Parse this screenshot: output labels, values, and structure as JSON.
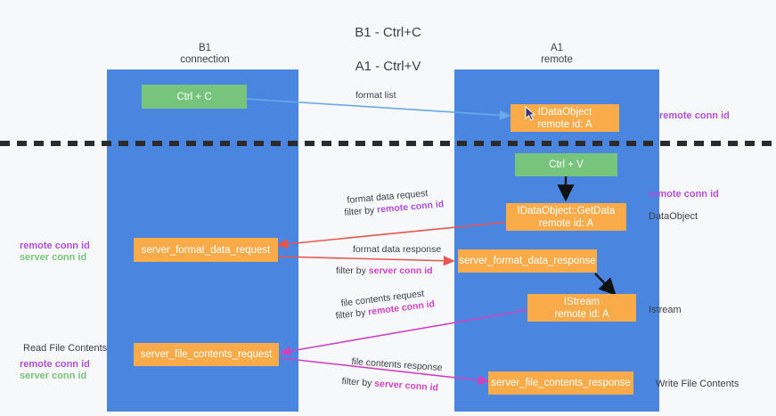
{
  "title": {
    "line1": "B1 - Ctrl+C",
    "line2": "A1 - Ctrl+V"
  },
  "lanes": [
    {
      "name": "B1",
      "sub": "connection",
      "label": "B1\nconnection"
    },
    {
      "name": "A1",
      "sub": "remote",
      "label": "A1\nremote"
    }
  ],
  "nodes": {
    "ctrl_c": "Ctrl + C",
    "ctrl_v": "Ctrl + V",
    "idataobject": "IDataObject\nremote id: A",
    "idataobject_getdata": "IDataObject::GetData\nremote id: A",
    "istream": "IStream\nremote id: A",
    "server_format_data_request": "server_format_data_request",
    "server_format_data_response": "server_format_data_response",
    "server_file_contents_request": "server_file_contents_request",
    "server_file_contents_response": "server_file_contents_response"
  },
  "edges": {
    "format_list": "format list",
    "format_data_request": "format data request",
    "format_data_request_filter_prefix": "filter by ",
    "format_data_request_filter_value": "remote conn id",
    "format_data_response": "format data response",
    "format_data_response_filter_prefix": "filter by ",
    "format_data_response_filter_value": "server conn id",
    "file_contents_request": "file contents request",
    "file_contents_request_filter_prefix": "filter by ",
    "file_contents_request_filter_value": "remote conn id",
    "file_contents_response": "file contents response",
    "file_contents_response_filter_prefix": "filter by ",
    "file_contents_response_filter_value": "server conn id"
  },
  "annotations": {
    "right_remote_conn_id_top": "remote conn id",
    "right_remote_conn_id_mid": "remote conn id",
    "right_dataobject": "DataObject",
    "right_istream": "Istream",
    "right_write_file_contents": "Write File Contents",
    "left_remote_conn_id": "remote conn id",
    "left_server_conn_id": "server conn id",
    "left_read_file_contents": "Read File Contents",
    "left_remote_conn_id_2": "remote conn id",
    "left_server_conn_id_2": "server conn id"
  },
  "colors": {
    "lane": "#4a86e0",
    "green_node": "#77c47c",
    "orange_node": "#f9ab4a",
    "purple_text": "#b04fd8",
    "green_text": "#77c47c",
    "magenta_text": "#d043c0",
    "divider": "#2b2b2b",
    "arrow_blue": "#6aa9e9",
    "arrow_red": "#e8554e",
    "arrow_black": "#111111",
    "arrow_magenta": "#d043c0"
  }
}
